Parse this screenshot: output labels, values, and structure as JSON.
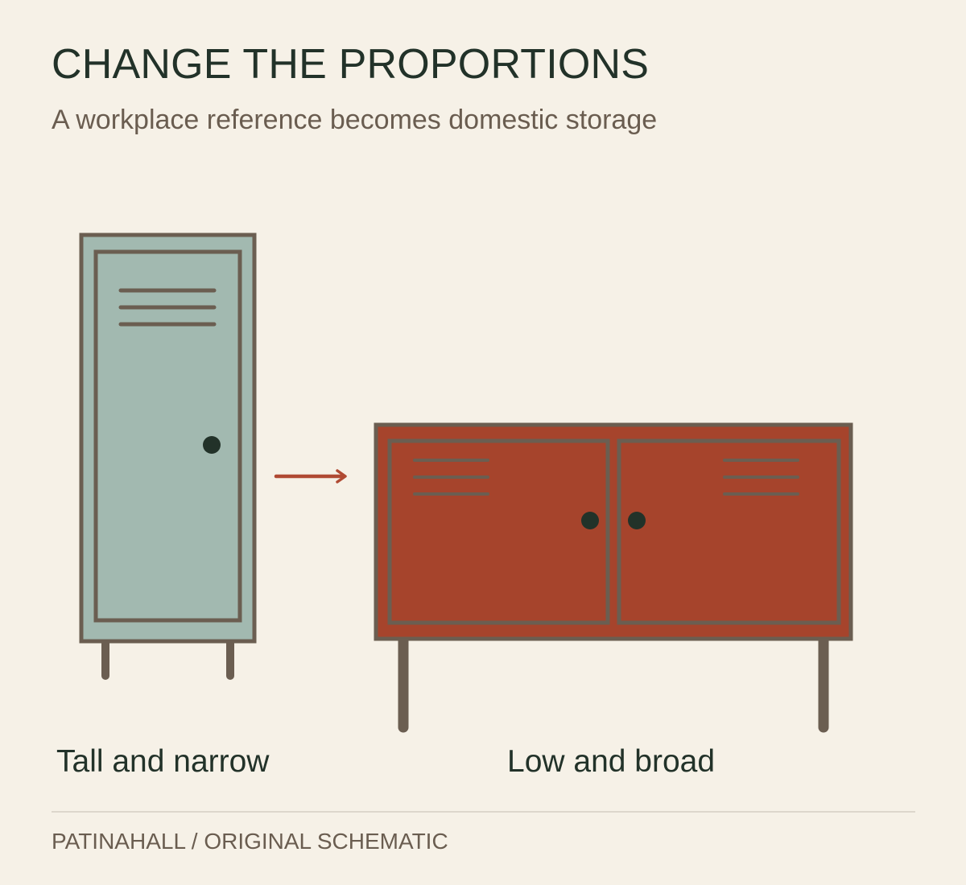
{
  "header": {
    "title": "CHANGE THE PROPORTIONS",
    "subtitle": "A workplace reference becomes domestic storage"
  },
  "diagram": {
    "left_item": {
      "caption": "Tall and narrow",
      "fill_color": "#a2b9b0"
    },
    "right_item": {
      "caption": "Low and broad",
      "fill_color": "#a6442c"
    },
    "arrow_color": "#b04a33",
    "outline_color": "#6b5e51",
    "knob_color": "#223229"
  },
  "footer": {
    "credit": "PATINAHALL / ORIGINAL SCHEMATIC"
  }
}
